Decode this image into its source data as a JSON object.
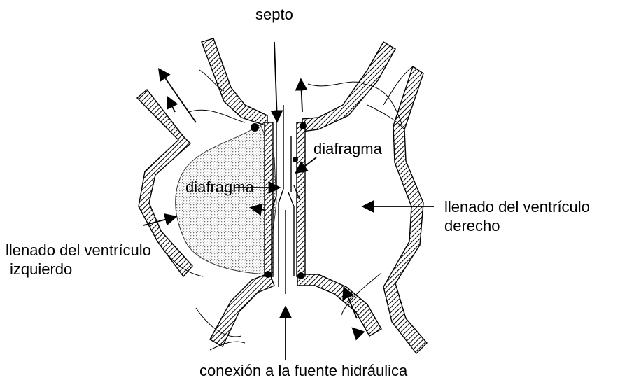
{
  "labels": {
    "septum": "septo",
    "diaphragm_right": "diafragma",
    "diaphragm_left": "diafragma",
    "right_fill_line1": "llenado del ventrículo",
    "right_fill_line2": "derecho",
    "left_fill_line1": "llenado del ventrículo",
    "left_fill_line2": "izquierdo",
    "hydraulic_connection": "conexión a la fuente hidráulica"
  },
  "colors": {
    "ink": "#000000",
    "paper": "#ffffff",
    "dot_fill": "#b8b8b8",
    "hatch_fill": "#9a9a9a"
  }
}
